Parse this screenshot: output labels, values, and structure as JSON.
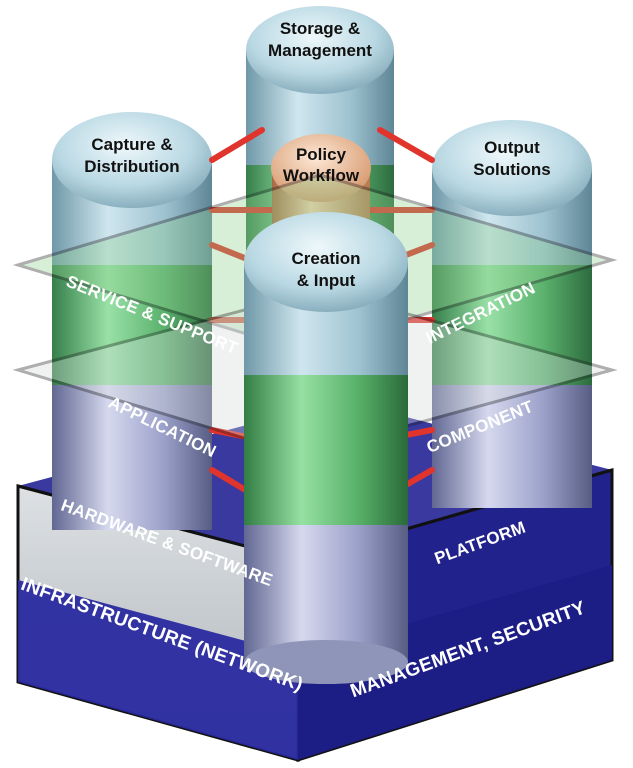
{
  "columns": {
    "storage": {
      "line1": "Storage &",
      "line2": "Management"
    },
    "capture": {
      "line1": "Capture &",
      "line2": "Distribution"
    },
    "policy": {
      "line1": "Policy",
      "line2": "Workflow"
    },
    "output": {
      "line1": "Output",
      "line2": "Solutions"
    },
    "creation": {
      "line1": "Creation",
      "line2": "& Input"
    }
  },
  "layers": {
    "service_support": "SERVICE & SUPPORT",
    "integration": "INTEGRATION",
    "application": "APPLICATION",
    "component": "COMPONENT",
    "hardware_software": "HARDWARE & SOFTWARE",
    "platform": "PLATFORM",
    "infrastructure": "INFRASTRUCTURE (NETWORK)",
    "management_security": "MANAGEMENT, SECURITY"
  },
  "colors": {
    "cylinder_glass": "#9fc7d6",
    "cylinder_green": "#4fae5c",
    "cylinder_lavender": "#9a9ac8",
    "policy_cylinder": "#e0a47a",
    "connector": "#e0342c",
    "top_plane": "#8fd08f",
    "mid_plane": "#cfd8d8",
    "base_top": "#2e2e9a",
    "base_side": "#20208a",
    "base_front": "#c8ccd0"
  }
}
